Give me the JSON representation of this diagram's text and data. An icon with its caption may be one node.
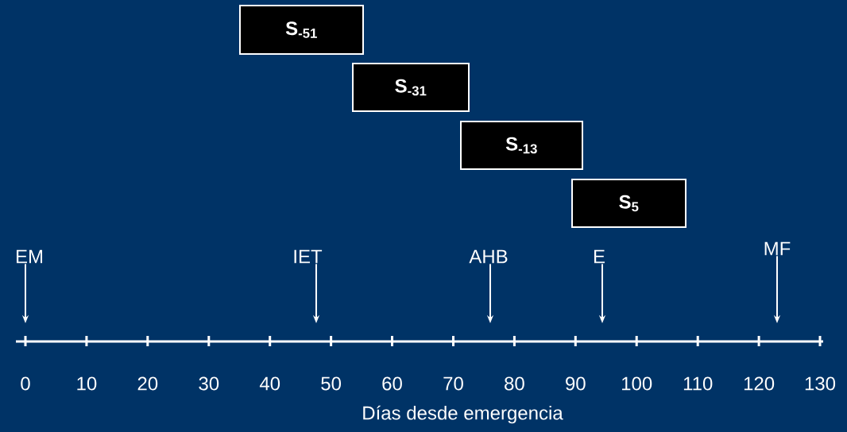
{
  "diagram": {
    "nodes": [
      {
        "text": [
          "S$_{-51}$"
        ]
      },
      {
        "text": [
          "S$_{-31}$"
        ]
      },
      {
        "text": [
          "S$_{-13}$"
        ]
      },
      {
        "text": [
          "S$_{5}$"
        ]
      },
      {
        "text": [
          "EM"
        ]
      },
      {
        "text": [
          "IET"
        ]
      },
      {
        "text": [
          "AHB"
        ]
      },
      {
        "text": [
          "E"
        ]
      },
      {
        "text": [
          "MF"
        ]
      }
    ],
    "edges": [
      {
        "from": 4,
        "to": null,
        "arrow": "to"
      },
      {
        "from": 5,
        "to": null,
        "arrow": "to"
      },
      {
        "from": 6,
        "to": null,
        "arrow": "to"
      },
      {
        "from": 7,
        "to": null,
        "arrow": "to"
      },
      {
        "from": 8,
        "to": null,
        "arrow": "to"
      }
    ],
    "labels": [
      "0",
      "10",
      "20",
      "30",
      "40",
      "50",
      "60",
      "70",
      "80",
      "90",
      "100",
      "110",
      "120",
      "130",
      "Días desde emergencia"
    ]
  }
}
